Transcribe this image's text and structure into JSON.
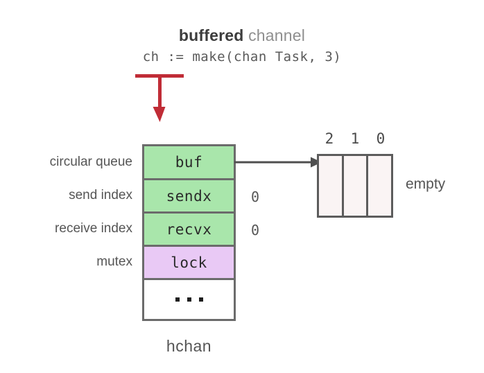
{
  "title": {
    "emphasis": "buffered",
    "rest": " channel",
    "code": "ch := make(chan Task, 3)"
  },
  "struct": {
    "caption": "hchan",
    "rows": [
      {
        "name": "buf",
        "field_label": "circular queue",
        "value": "",
        "color": "#a9e6ab"
      },
      {
        "name": "sendx",
        "field_label": "send index",
        "value": "0",
        "color": "#a9e6ab"
      },
      {
        "name": "recvx",
        "field_label": "receive index",
        "value": "0",
        "color": "#a9e6ab"
      },
      {
        "name": "lock",
        "field_label": "mutex",
        "value": "",
        "color": "#e9c9f5"
      },
      {
        "name": "...",
        "field_label": "",
        "value": "",
        "color": "#ffffff"
      }
    ]
  },
  "buffer": {
    "indices": [
      "2",
      "1",
      "0"
    ],
    "state_label": "empty",
    "slot_fill": "#faf4f4",
    "capacity": 3
  },
  "colors": {
    "incoming_arrow": "#c02c36",
    "connector_arrow": "#4f4f4f",
    "box_border": "#6b6b6b",
    "slot_border": "#5c5c5c",
    "green_cell": "#a9e6ab",
    "purple_cell": "#e9c9f5",
    "label_text": "#555555"
  }
}
